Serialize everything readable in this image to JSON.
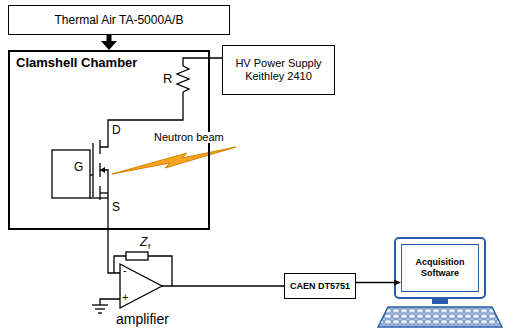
{
  "diagram": {
    "nodes": [
      {
        "text": [
          "Thermal Air TA-5000A/B"
        ]
      },
      {
        "text": [
          "Clamshell Chamber"
        ]
      },
      {
        "text": [
          "HV Power Supply Keithley 2410"
        ]
      },
      {
        "text": [
          "CAEN DT5751"
        ]
      },
      {
        "text": [
          "Acquisition Software"
        ]
      }
    ],
    "edges": [
      {
        "from": 0,
        "to": 1,
        "arrow": "to"
      },
      {
        "from": 3,
        "to": 4,
        "arrow": "to"
      }
    ],
    "labels": [
      "R",
      "D",
      "G",
      "S",
      "Neutron beam",
      "Z",
      "f",
      "-",
      "+",
      "amplifier"
    ]
  }
}
